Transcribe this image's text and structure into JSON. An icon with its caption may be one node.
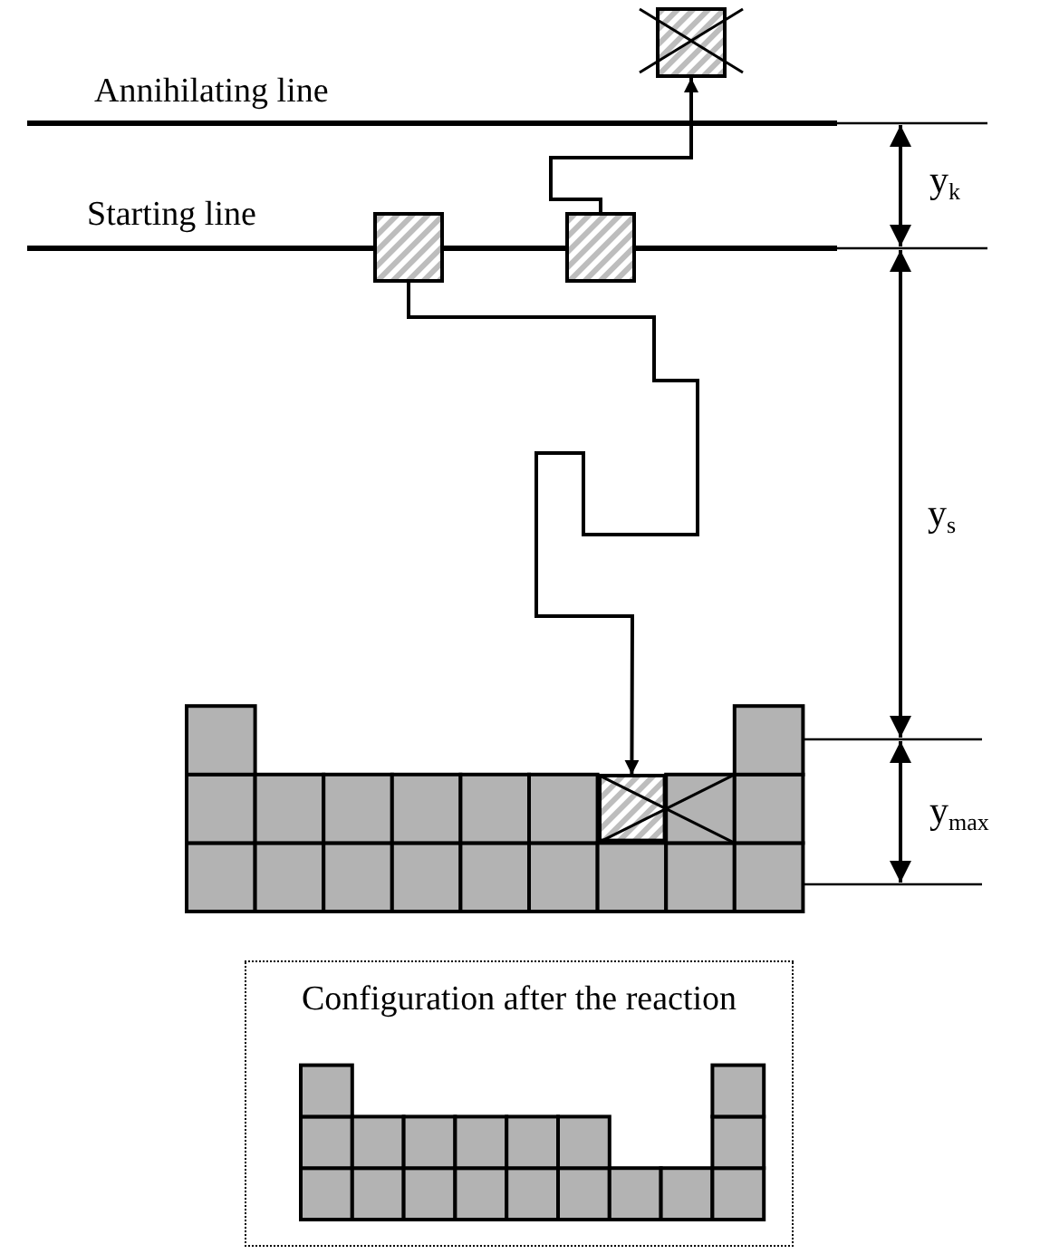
{
  "diagram": {
    "nodes": [
      {
        "text": [],
        "shape": "box"
      },
      {
        "text": [],
        "shape": "box"
      },
      {
        "text": [],
        "shape": "box"
      },
      {
        "text": [],
        "shape": "box"
      },
      {
        "text": [
          "Configuration after the reaction"
        ]
      }
    ],
    "edges": [
      {
        "from": 2,
        "to": 0,
        "arrow": "to"
      },
      {
        "from": 1,
        "to": 3,
        "arrow": "to"
      }
    ],
    "labels": [
      "Annihilating line",
      "Starting line",
      "y$_{k}$",
      "y$_{s}$",
      "y$_{max}$"
    ]
  }
}
